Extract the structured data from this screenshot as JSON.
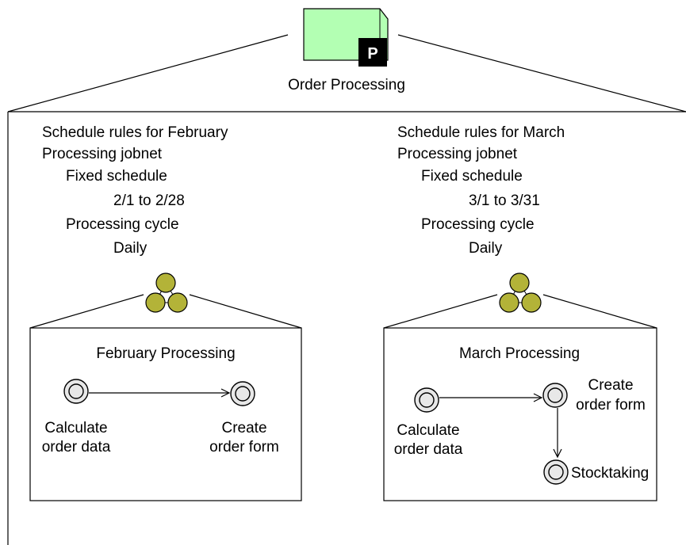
{
  "root": {
    "label": "Order Processing",
    "badge": "P",
    "icon_fill": "#b3ffb3"
  },
  "jobnet_icon_fill": "#b3b338",
  "job_icon_fill": "#e8e8e8",
  "panels": [
    {
      "rule_title": "Schedule rules for February",
      "target": "Processing jobnet",
      "schedule_label": "Fixed schedule",
      "schedule_value": "2/1 to 2/28",
      "cycle_label": "Processing cycle",
      "cycle_value": "Daily",
      "jobnet_title": "February Processing",
      "jobs": [
        {
          "label_line1": "Calculate",
          "label_line2": "order data"
        },
        {
          "label_line1": "Create",
          "label_line2": "order form"
        }
      ]
    },
    {
      "rule_title": "Schedule rules for March",
      "target": "Processing jobnet",
      "schedule_label": "Fixed schedule",
      "schedule_value": "3/1 to 3/31",
      "cycle_label": "Processing cycle",
      "cycle_value": "Daily",
      "jobnet_title": "March Processing",
      "jobs": [
        {
          "label_line1": "Calculate",
          "label_line2": "order data"
        },
        {
          "label_line1": "Create",
          "label_line2": "order form"
        },
        {
          "label": "Stocktaking"
        }
      ]
    }
  ]
}
